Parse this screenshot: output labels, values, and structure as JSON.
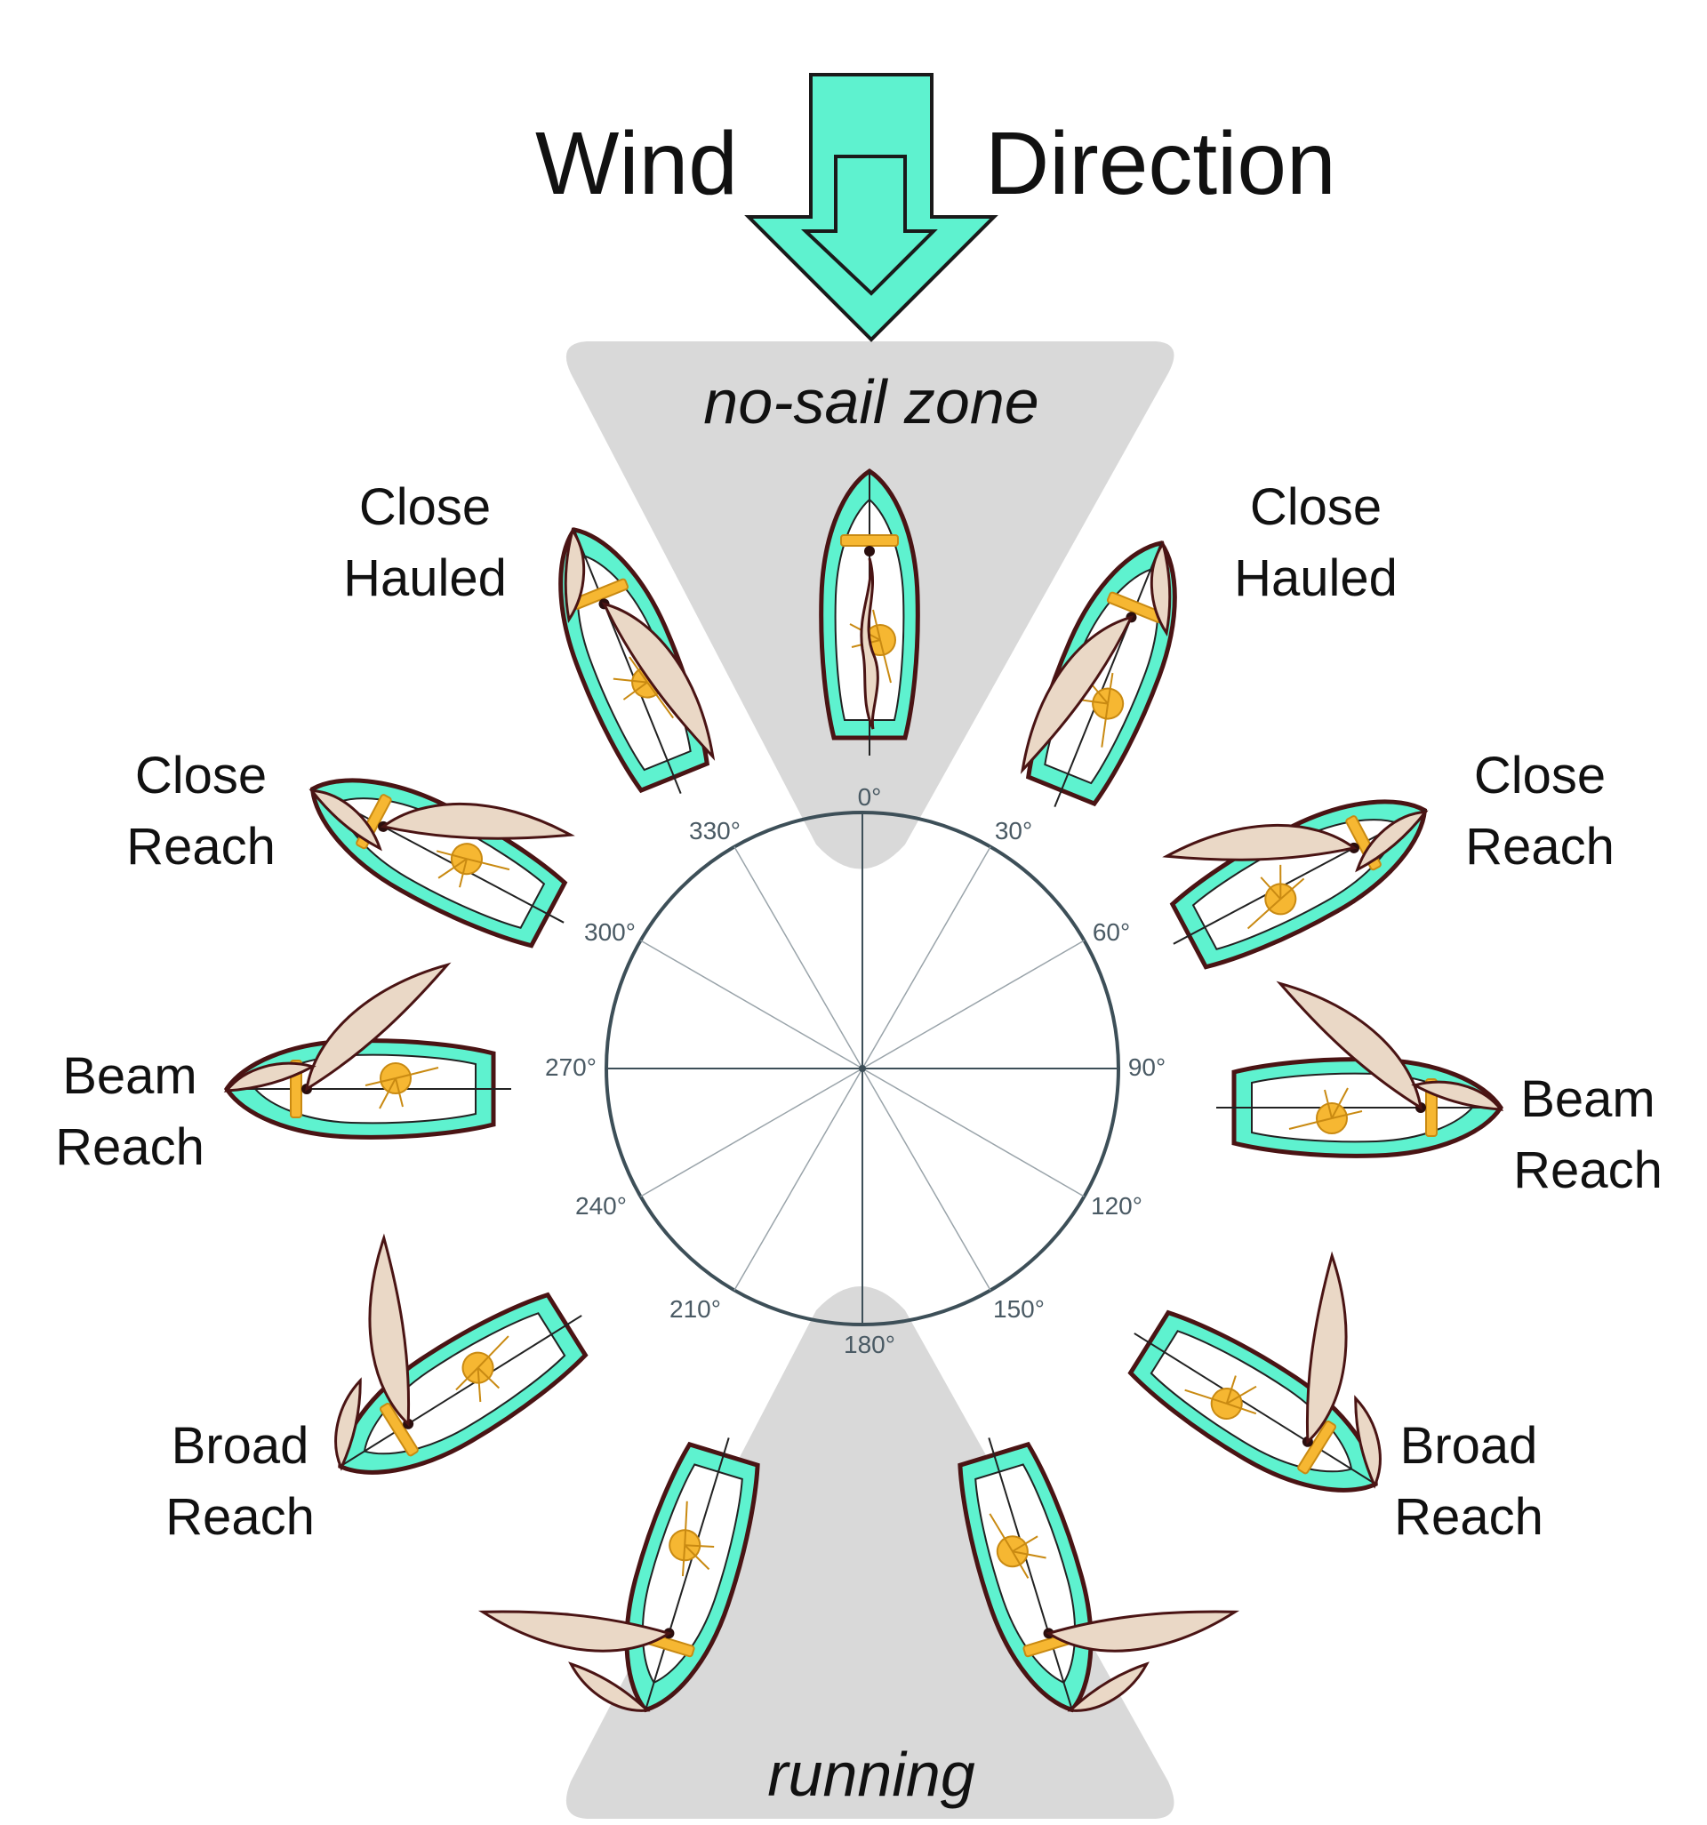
{
  "title": {
    "left": "Wind",
    "right": "Direction"
  },
  "colors": {
    "hull": "#5ef2cf",
    "zone": "#d9d9d9",
    "sail": "#ead8c6",
    "crew": "#f6b732",
    "outline": "#4a1414",
    "circle": "#3d4f58"
  },
  "zones": {
    "top": "no-sail zone",
    "bottom": "running"
  },
  "degrees": [
    "0°",
    "30°",
    "60°",
    "90°",
    "120°",
    "150°",
    "180°",
    "210°",
    "240°",
    "270°",
    "300°",
    "330°"
  ],
  "points_of_sail": {
    "close_hauled_left": [
      "Close",
      "Hauled"
    ],
    "close_hauled_right": [
      "Close",
      "Hauled"
    ],
    "close_reach_left": [
      "Close",
      "Reach"
    ],
    "close_reach_right": [
      "Close",
      "Reach"
    ],
    "beam_reach_left": [
      "Beam",
      "Reach"
    ],
    "beam_reach_right": [
      "Beam",
      "Reach"
    ],
    "broad_reach_left": [
      "Broad",
      "Reach"
    ],
    "broad_reach_right": [
      "Broad",
      "Reach"
    ]
  }
}
